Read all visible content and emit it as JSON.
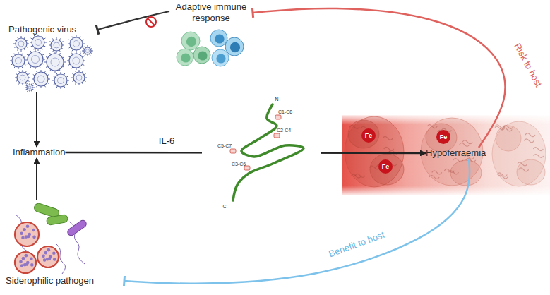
{
  "diagram": {
    "nodes": [
      {
        "text": [
          "Adaptive immune response"
        ]
      },
      {
        "text": [
          "Pathogenic virus"
        ]
      },
      {
        "text": [
          "Inflammation"
        ]
      },
      {
        "text": [
          "Hypoferraemia"
        ]
      },
      {
        "text": [
          "Siderophilic pathogen"
        ]
      }
    ],
    "edges": [
      {
        "from": 1,
        "to": 2,
        "arrow": "to"
      },
      {
        "from": 4,
        "to": 2,
        "arrow": "to"
      },
      {
        "from": 2,
        "to": 3,
        "arrow": "to",
        "label": "IL-6"
      },
      {
        "from": 3,
        "to": 0,
        "arrow": "to",
        "label": "Risk to host"
      },
      {
        "from": 3,
        "to": 4,
        "arrow": "to",
        "label": "Benefit to host"
      },
      {
        "from": 0,
        "to": 1,
        "arrow": "to"
      }
    ],
    "labels": [
      "N",
      "C1-C8",
      "C2-C4",
      "C5-C7",
      "C3-C6",
      "C",
      "Fe",
      "Fe",
      "Fe"
    ]
  }
}
